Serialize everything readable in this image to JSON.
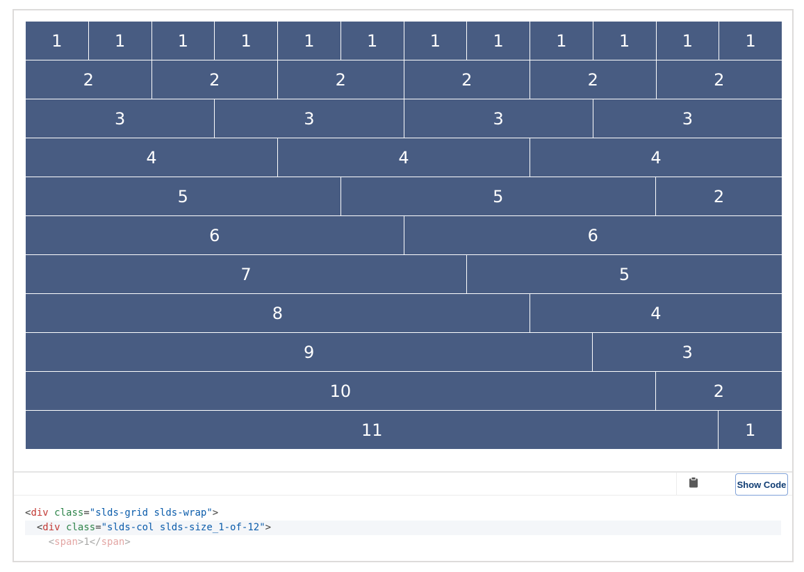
{
  "grid_rows": [
    [
      "1",
      "1",
      "1",
      "1",
      "1",
      "1",
      "1",
      "1",
      "1",
      "1",
      "1",
      "1"
    ],
    [
      "2",
      "2",
      "2",
      "2",
      "2",
      "2"
    ],
    [
      "3",
      "3",
      "3",
      "3"
    ],
    [
      "4",
      "4",
      "4"
    ],
    [
      "5",
      "5",
      "2"
    ],
    [
      "6",
      "6"
    ],
    [
      "7",
      "5"
    ],
    [
      "8",
      "4"
    ],
    [
      "9",
      "3"
    ],
    [
      "10",
      "2"
    ],
    [
      "11",
      "1"
    ]
  ],
  "toolbar": {
    "copy_icon": "clipboard-icon",
    "show_code_label": "Show Code"
  },
  "code": {
    "line1": {
      "open": "<",
      "tag": "div",
      "attr": "class",
      "eq": "=",
      "value": "\"slds-grid slds-wrap\"",
      "close": ">"
    },
    "line2": {
      "indent": "  ",
      "open": "<",
      "tag": "div",
      "attr": "class",
      "eq": "=",
      "value": "\"slds-col slds-size_1-of-12\"",
      "close": ">"
    },
    "line3": {
      "indent": "    ",
      "open": "<",
      "tag": "span",
      "close": ">",
      "text": "1",
      "end_open": "</",
      "end_tag": "span",
      "end_close": ">"
    }
  },
  "colors": {
    "cell_bg": "#485c82",
    "cell_text": "#ffffff"
  }
}
